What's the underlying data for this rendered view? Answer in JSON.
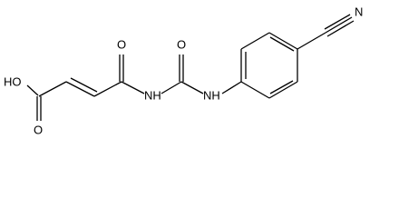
{
  "diagram": {
    "type": "chemical-structure",
    "atom_labels": {
      "hydroxyl": "HO",
      "acid_carbonyl_oxygen": "O",
      "amide_carbonyl_oxygen": "O",
      "imide_nitrogen": "NH",
      "urea_carbonyl_oxygen": "O",
      "anilide_nitrogen": "NH",
      "nitrile_nitrogen": "N"
    }
  }
}
